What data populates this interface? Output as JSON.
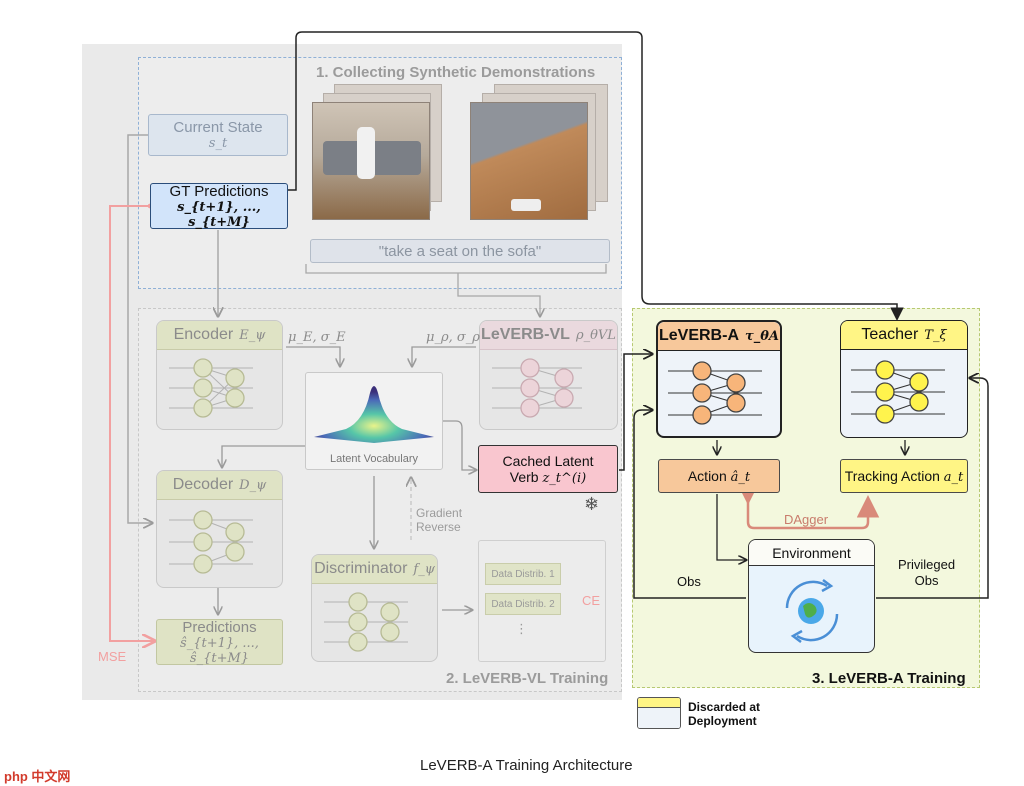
{
  "sections": {
    "collect_title": "1. Collecting Synthetic Demonstrations",
    "vl_title": "2. LeVERB-VL Training",
    "a_title": "3. LeVERB-A Training"
  },
  "state": {
    "label": "Current State",
    "symbol": "s_t"
  },
  "gt": {
    "label": "GT Predictions",
    "symbol": "s_{t+1}, ..., s_{t+M}"
  },
  "prompt": "\"take a seat on the sofa\"",
  "encoder": {
    "label": "Encoder",
    "symbol": "E_ψ",
    "output": "μ_E, σ_E"
  },
  "vl_model": {
    "label": "LeVERB-VL",
    "symbol": "ρ_θVL",
    "output": "μ_ρ, σ_ρ"
  },
  "latent_vocab": "Latent Vocabulary",
  "decoder": {
    "label": "Decoder",
    "symbol": "D_ψ"
  },
  "cached": {
    "line1": "Cached Latent",
    "line2": "Verb",
    "symbol": "z_t^(i)"
  },
  "gradient": {
    "line1": "Gradient",
    "line2": "Reverse"
  },
  "discriminator": {
    "label": "Discriminator",
    "symbol": "f_ψ"
  },
  "data_distrib": [
    "Data Distrib. 1",
    "Data Distrib. 2",
    "⋮"
  ],
  "ce_label": "CE",
  "predictions": {
    "label": "Predictions",
    "symbol": "ŝ_{t+1}, ..., ŝ_{t+M}"
  },
  "mse_label": "MSE",
  "leverb_a": {
    "label": "LeVERB-A",
    "symbol": "τ_θA"
  },
  "teacher": {
    "label": "Teacher",
    "symbol": "T_ξ"
  },
  "action": {
    "label": "Action",
    "symbol": "â_t"
  },
  "tracking": {
    "label": "Tracking Action",
    "symbol": "a_t"
  },
  "dagger_label": "DAgger",
  "environment": "Environment",
  "obs_label": "Obs",
  "priv_obs": {
    "line1": "Privileged",
    "line2": "Obs"
  },
  "legend": {
    "line1": "Discarded at",
    "line2": "Deployment"
  },
  "caption": "LeVERB-A Training Architecture",
  "watermark": "php 中文网",
  "colors": {
    "faded_panel": "#eaeaea",
    "a_panel": "#f3f8dd",
    "gt_blue": "#d2e4fa",
    "cached_pink": "#f9c6cf",
    "action_orange": "#f7c89b",
    "teacher_yellow": "#fff585",
    "mse_red": "#f2a0a0",
    "dagger_red": "#d98a7a"
  },
  "icons": [
    "snowflake-icon",
    "globe-icon",
    "cycle-arrows-icon",
    "neural-net-icon"
  ]
}
